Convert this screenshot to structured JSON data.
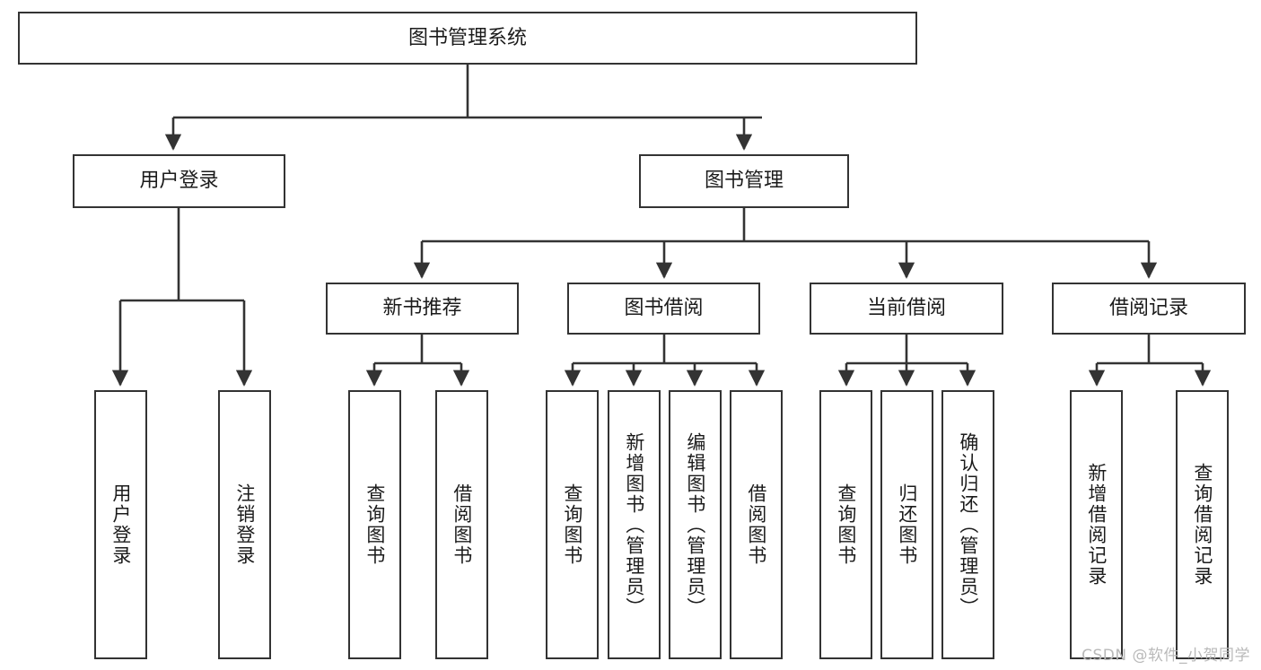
{
  "diagram": {
    "type": "tree",
    "title": "图书管理系统",
    "orientation": "top-down",
    "style": {
      "box_border": "#333333",
      "box_fill": "#ffffff",
      "text_color": "#1b1b1b",
      "edge_color": "#333333",
      "watermark_color": "#b9b9b9"
    },
    "root": {
      "label": "图书管理系统"
    },
    "level2": [
      {
        "id": "user-login",
        "label": "用户登录"
      },
      {
        "id": "book-manage",
        "label": "图书管理"
      }
    ],
    "level3": [
      {
        "id": "new-book-recommend",
        "label": "新书推荐",
        "parent": "book-manage"
      },
      {
        "id": "book-borrow",
        "label": "图书借阅",
        "parent": "book-manage"
      },
      {
        "id": "current-borrow",
        "label": "当前借阅",
        "parent": "book-manage"
      },
      {
        "id": "borrow-record",
        "label": "借阅记录",
        "parent": "book-manage"
      }
    ],
    "leaves": {
      "user-login": [
        {
          "id": "leaf-user-login",
          "label": "用户登录"
        },
        {
          "id": "leaf-logout-login",
          "label": "注销登录"
        }
      ],
      "new-book-recommend": [
        {
          "id": "leaf-query-book-1",
          "label": "查询图书"
        },
        {
          "id": "leaf-borrow-book-1",
          "label": "借阅图书"
        }
      ],
      "book-borrow": [
        {
          "id": "leaf-query-book-2",
          "label": "查询图书"
        },
        {
          "id": "leaf-add-book",
          "label": "新增图书（管理员）"
        },
        {
          "id": "leaf-edit-book",
          "label": "编辑图书（管理员）"
        },
        {
          "id": "leaf-borrow-book-2",
          "label": "借阅图书"
        }
      ],
      "current-borrow": [
        {
          "id": "leaf-query-book-3",
          "label": "查询图书"
        },
        {
          "id": "leaf-return-book",
          "label": "归还图书"
        },
        {
          "id": "leaf-confirm-return",
          "label": "确认归还（管理员）"
        }
      ],
      "borrow-record": [
        {
          "id": "leaf-add-record",
          "label": "新增借阅记录"
        },
        {
          "id": "leaf-query-record",
          "label": "查询借阅记录"
        }
      ]
    }
  },
  "watermark": {
    "text": "CSDN @软件_小贺同学"
  }
}
